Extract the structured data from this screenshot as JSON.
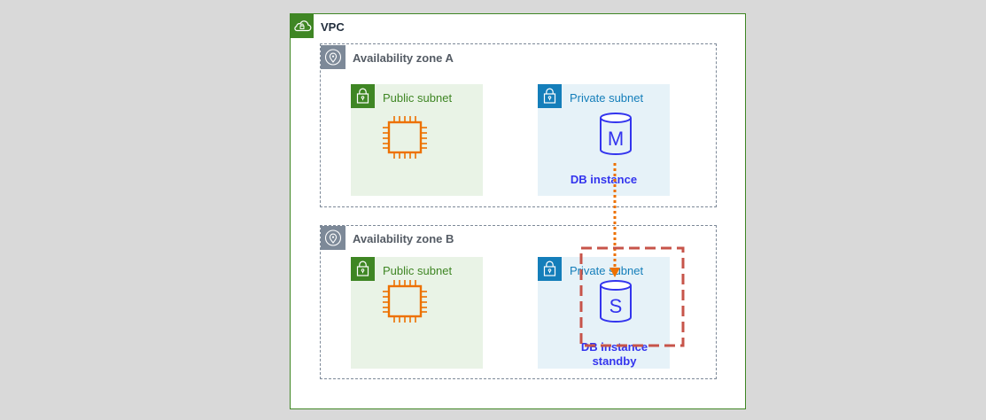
{
  "vpc": {
    "title": "VPC",
    "color": "#3f8624",
    "icon": "vpc-cloud-lock-icon"
  },
  "zones": [
    {
      "title": "Availability zone A",
      "icon": "location-pin-icon",
      "public_subnet": {
        "title": "Public subnet",
        "resource_icon": "ec2-instance-chip-icon"
      },
      "private_subnet": {
        "title": "Private subnet",
        "db_letter": "M",
        "db_label": "DB instance"
      }
    },
    {
      "title": "Availability zone B",
      "icon": "location-pin-icon",
      "public_subnet": {
        "title": "Public subnet",
        "resource_icon": "ec2-instance-chip-icon"
      },
      "private_subnet": {
        "title": "Private subnet",
        "db_letter": "S",
        "db_label_line1": "DB instance",
        "db_label_line2": "standby"
      }
    }
  ],
  "colors": {
    "public": "#3f8624",
    "private": "#147eba",
    "ec2": "#ed7100",
    "db": "#3334ee",
    "replication_arrow": "#ed7100",
    "highlight_box": "#c7544a",
    "az_border": "#7d8998"
  },
  "connector": {
    "type": "dotted-arrow",
    "from": "DB instance",
    "to": "DB instance standby"
  },
  "highlight": {
    "style": "dashed-rectangle",
    "target": "standby DB"
  }
}
